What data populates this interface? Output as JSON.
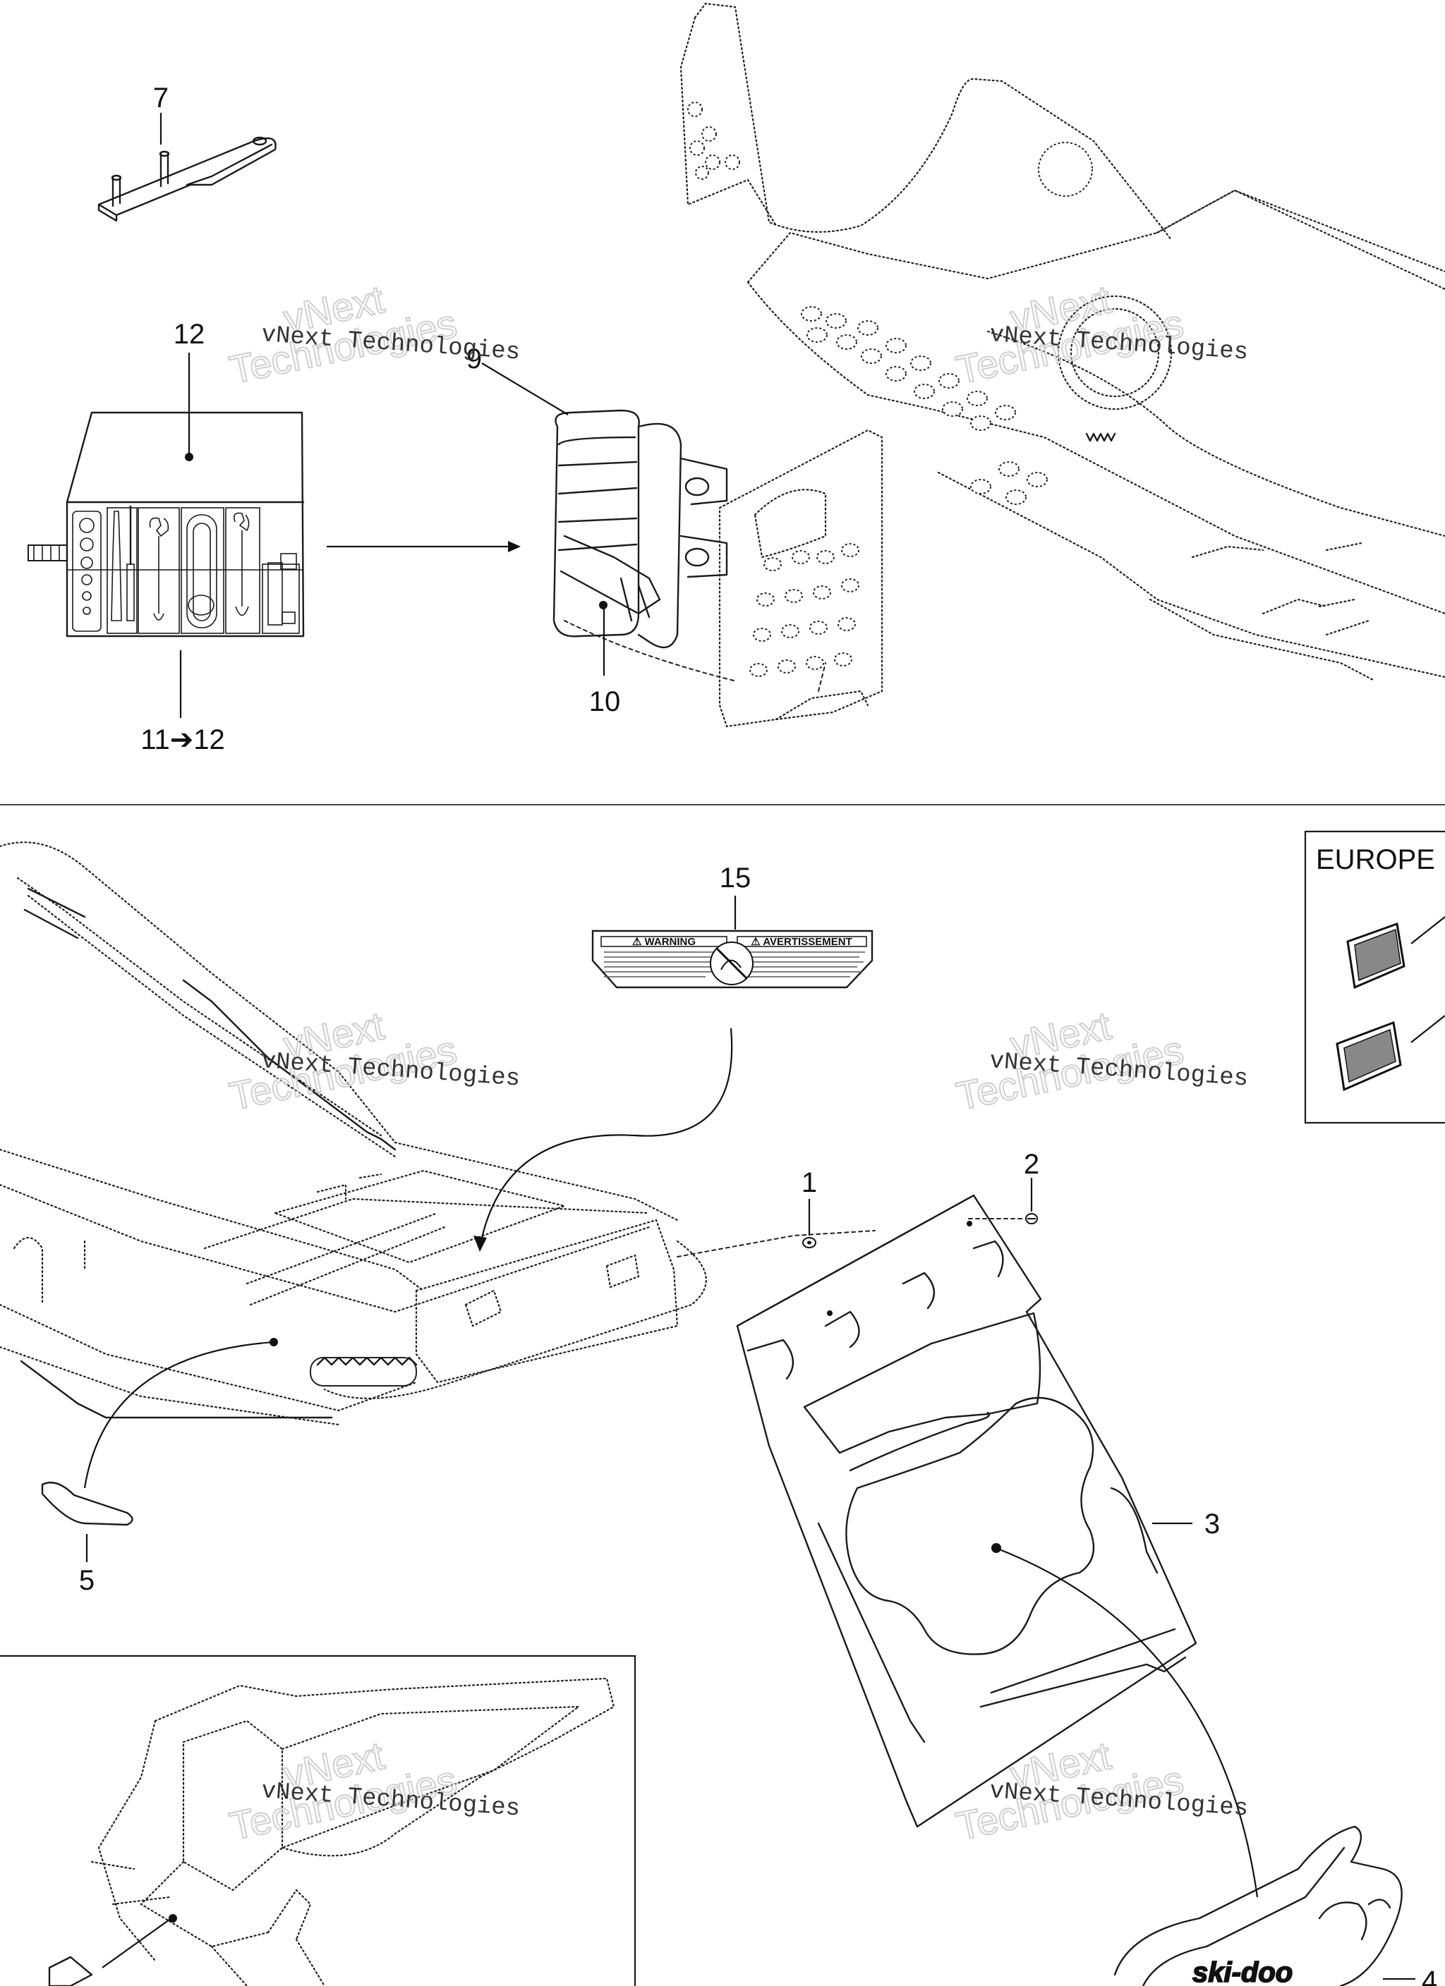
{
  "callouts": {
    "c1": "1",
    "c2": "2",
    "c3": "3",
    "c4": "4",
    "c5": "5",
    "c7": "7",
    "c9": "9",
    "c10": "10",
    "c11_12": "11➔12",
    "c12": "12",
    "c15": "15"
  },
  "region_label": "EUROPE",
  "watermark": {
    "line1": "vNext Technologies",
    "small": "vNext",
    "large": "Technologies"
  },
  "warning_decal": {
    "left_title": "⚠ WARNING",
    "right_title": "⚠ AVERTISSEMENT"
  },
  "logo_text": "ski-doo"
}
